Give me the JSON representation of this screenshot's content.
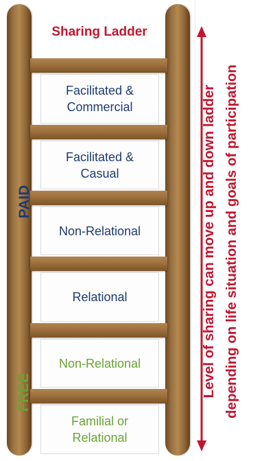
{
  "title": "Sharing Ladder",
  "rungs": [
    {
      "label": "Facilitated &\nCommercial",
      "group": "PAID"
    },
    {
      "label": "Facilitated &\nCasual",
      "group": "PAID"
    },
    {
      "label": "Non-Relational",
      "group": "PAID"
    },
    {
      "label": "Relational",
      "group": "PAID"
    },
    {
      "label": "Non-Relational",
      "group": "FREE"
    },
    {
      "label": "Familial or\nRelational",
      "group": "FREE"
    }
  ],
  "groups": {
    "paid": "PAID",
    "free": "FREE"
  },
  "note": {
    "line1": "Level of sharing can move up and down ladder",
    "line2": "depending on life situation and goals of participation"
  },
  "colors": {
    "paid": "#1f3a6e",
    "free": "#6aa334",
    "accent": "#c0172f",
    "wood": "#9a7142"
  }
}
